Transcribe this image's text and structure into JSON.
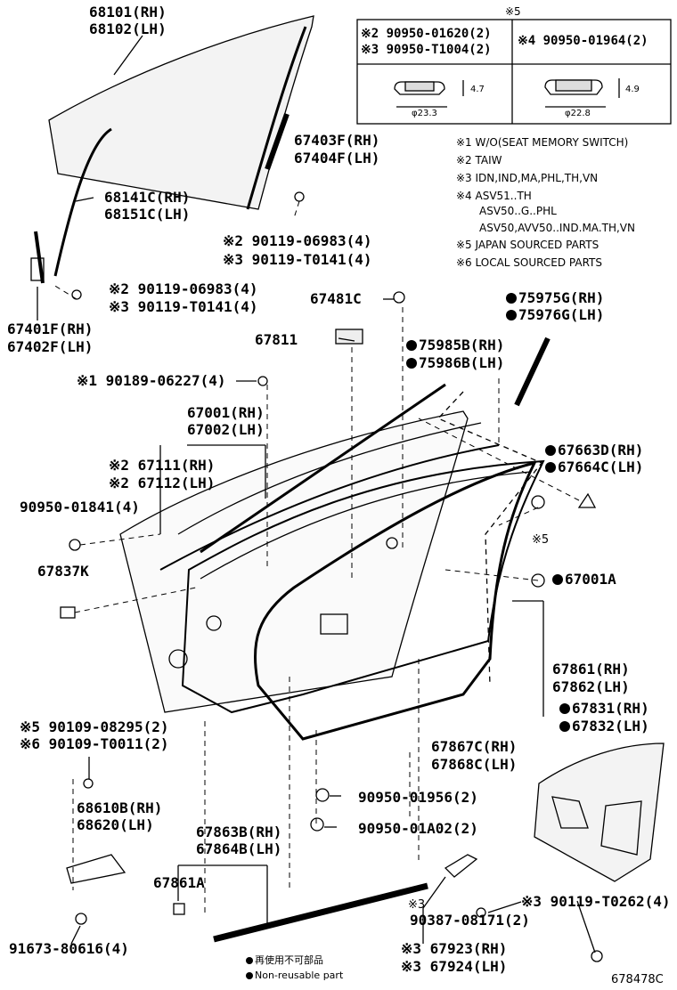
{
  "figure_code": "678478C",
  "legend_box": {
    "header": "※5",
    "left_line1": "※2 90950-01620(2)",
    "left_line2": "※3 90950-T1004(2)",
    "right_line1": "※4 90950-01964(2)",
    "left_dim_height": "4.7",
    "left_dim_diameter": "φ23.3",
    "right_dim_height": "4.9",
    "right_dim_diameter": "φ22.8"
  },
  "notes": [
    "※1 W/O(SEAT MEMORY SWITCH)",
    "※2 TAIW",
    "※3 IDN,IND,MA,PHL,TH,VN",
    "※4 ASV51..TH",
    "ASV50..G..PHL",
    "ASV50,AVV50..IND.MA.TH,VN",
    "※5 JAPAN SOURCED PARTS",
    "※6 LOCAL SOURCED PARTS"
  ],
  "parts": {
    "p68101": "68101(RH)",
    "p68102": "68102(LH)",
    "p67403f": "67403F(RH)",
    "p67404f": "67404F(LH)",
    "p68141c": "68141C(RH)",
    "p68151c": "68151C(LH)",
    "p90119_06983_a": "※2 90119-06983(4)",
    "p90119_t0141_a": "※3 90119-T0141(4)",
    "p90119_06983_b": "※2 90119-06983(4)",
    "p90119_t0141_b": "※3 90119-T0141(4)",
    "p67401f": "67401F(RH)",
    "p67402f": "67402F(LH)",
    "p67481c": "67481C",
    "p75975g": "75975G(RH)",
    "p75976g": "75976G(LH)",
    "p67811": "67811",
    "p75985b": "75985B(RH)",
    "p75986b": "75986B(LH)",
    "p90189": "※1 90189-06227(4)",
    "p67001": "67001(RH)",
    "p67002": "67002(LH)",
    "p67111": "※2 67111(RH)",
    "p67112": "※2 67112(LH)",
    "p67663d": "67663D(RH)",
    "p67664c": "67664C(LH)",
    "p90950_01841": "90950-01841(4)",
    "star5": "※5",
    "p67837k": "67837K",
    "p67001a": "67001A",
    "p67861": "67861(RH)",
    "p67862": "67862(LH)",
    "p67831": "67831(RH)",
    "p67832": "67832(LH)",
    "p90109_08295": "※5 90109-08295(2)",
    "p90109_t0011": "※6 90109-T0011(2)",
    "p67867c": "67867C(RH)",
    "p67868c": "67868C(LH)",
    "p68610b": "68610B(RH)",
    "p68620": "68620(LH)",
    "p90950_01956": "90950-01956(2)",
    "p90950_01a02": "90950-01A02(2)",
    "p67863b": "67863B(RH)",
    "p67864b": "67864B(LH)",
    "p67861a": "67861A",
    "p90119_t0262": "※3 90119-T0262(4)",
    "star3": "※3",
    "p90387": "90387-08171(2)",
    "p91673": "91673-80616(4)",
    "p67923": "※3 67923(RH)",
    "p67924": "※3 67924(LH)"
  },
  "legend_symbols": {
    "jp": "再使用不可部品",
    "en": "Non-reusable part"
  }
}
